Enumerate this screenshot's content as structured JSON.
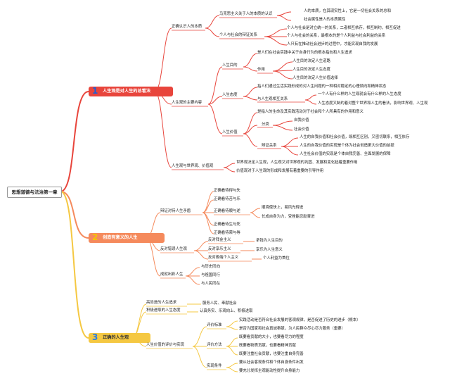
{
  "root": "思想道德与法治第一章",
  "branches": [
    {
      "num": "1",
      "label": "人生观是对人生的总看法"
    },
    {
      "num": "2",
      "label": "创造有意义的人生"
    },
    {
      "num": "3",
      "label": "正确的人生观"
    }
  ],
  "b1": {
    "zhengque": "正确认识人的本质",
    "makesi": "马克思主义关于人的本质的认识",
    "benzhi1": "人的本质，在其现实性上，它是一切社会关系的总和",
    "benzhi2": "社会属性是人的本质属性",
    "geren": "个人与社会的辩证关系",
    "gr1": "个人与社会是对立统一的关系，二者相互依存，相互制约，相互促进",
    "gr2": "个人与社会的关系，最根本的是个人利益与社会利益的关系",
    "gr3": "人只有在推动社会进步的过程中，才能实现自我的发展",
    "zhuyao": "人生观的主要内容",
    "mudi": "人生目的",
    "mudi_def": "是人们在社会实践中关于自身行为的根本指向和人生追求",
    "zuoyong": "作用",
    "zy1": "人生目的决定人生道路",
    "zy2": "人生目的决定人生态度",
    "zy3": "人生目的决定人生价值选择",
    "taidu": "人生态度",
    "taidu_def": "指人们通过生活实践形成的对人生问题的一种相对稳定的心理倾向和精神状态",
    "yu_rs": "与人生观相互关系",
    "rs1": "一个人有什么样的人生观就会有什么样的人生态度",
    "rs2": "人生态度又制约着对整个世界和人生的看法，影响世界观、人生观",
    "jiazhi": "人生价值",
    "jiazhi_def": "是指人的生命及其实践活动对于社会和个人所具有的作用和意义",
    "fenlei": "分类",
    "fl1": "自我价值",
    "fl2": "社会价值",
    "bianzheng": "辩证关系",
    "bz1": "人生的自我价值和社会价值，既相互区别，又密切联系，相互依存",
    "bz2": "人生的自我价值的实现是个体为社会创造更大价值的前提",
    "bz3": "人生社会价值的实现是个体自我完善、全面发展的保障",
    "rsg": "人生观与世界观、价值观",
    "rsg1": "世界观决定人生观，人生观又对世界观的巩固、发展和变化起着重要作用",
    "rsg2": "价值观对于人生观的形成和发展有着重要的引导作用"
  },
  "b2": {
    "bianzheng": "辩证对待人生矛盾",
    "d1": "正确看待得与失",
    "d2": "正确看待苦与乐",
    "d3": "正确看待顺与逆",
    "d3a": "顺境使快上，易风光得进",
    "d3b": "长成自身为力，受挫能忍励奋进",
    "d4": "正确看待生与死",
    "d5": "正确看待荣与辱",
    "fandui": "反对错误人生观",
    "f1": "反对拜金主义",
    "f1a": "拿钱为人生目的",
    "f2": "反对享乐主义",
    "f2a": "享乐为人生意义",
    "f3": "反对极端个人主义",
    "f3a": "个人利益为首位",
    "chengjiu": "成就出彩人生",
    "c1": "与历史同向",
    "c2": "与祖国同行",
    "c3": "与人民同在"
  },
  "b3": {
    "zhui": "高尚进的人生追求",
    "zhui_v": "服务人民、奉献社会",
    "taidu": "积极进取的人生态度",
    "taidu_v": "认真务实、乐观向上、积极进取",
    "pingjia": "人生价值的评价与实现",
    "biaozhun": "评价标准",
    "bz1": "实践活动是否符合社会发展的客观规律，是否促进了历史的进步（根本）",
    "bz2": "是否为国家和社会真诚奉献，为人民群众尽心尽力服务（重要）",
    "fangfa": "评价方法",
    "ff1": "既要看贡献的大小，也要看尽力的程度",
    "ff2": "既要看物质贡献，也要看精神贡献",
    "ff3": "既要注重社会贡献，也要注重自身完善",
    "tiaojian": "实现条件",
    "tj1": "要从社会客观条件和个体自身条件出发",
    "tj2": "要充分发挥主观能动性提升自身能力"
  }
}
